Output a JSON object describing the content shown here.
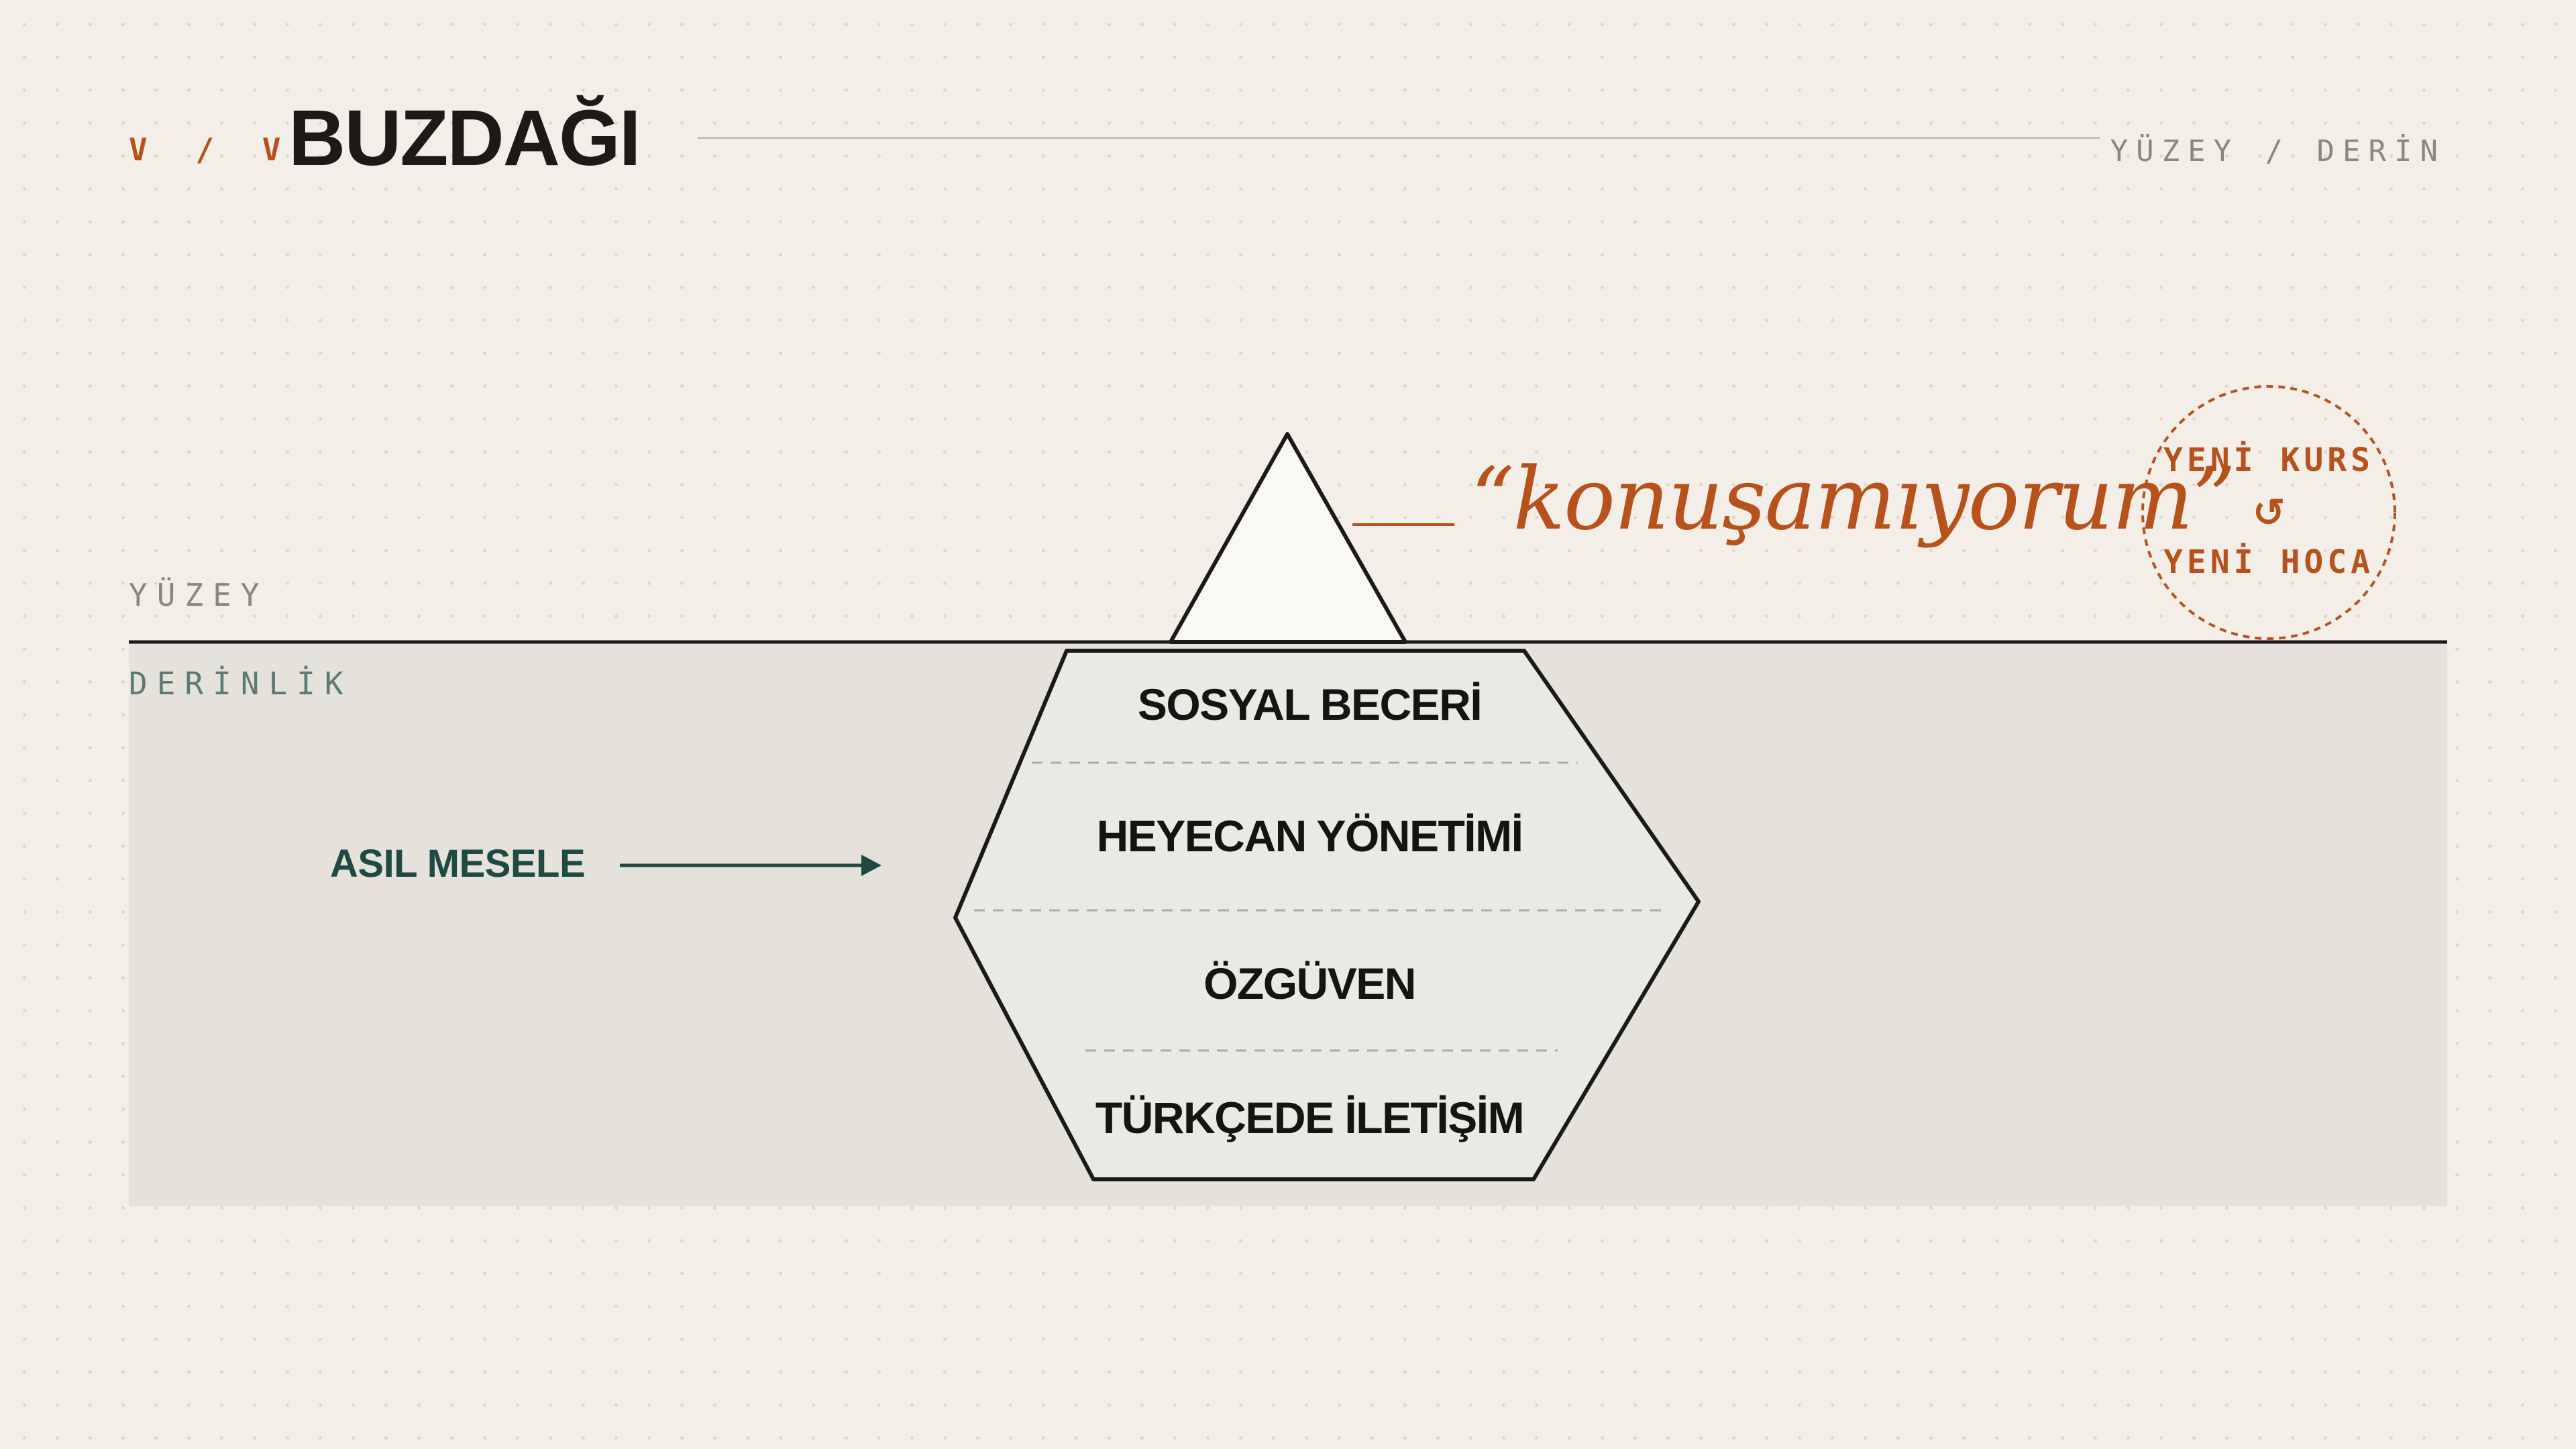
{
  "header": {
    "marker": "V / V",
    "title": "BUZDAĞI",
    "tag": "YÜZEY / DERİN"
  },
  "zones": {
    "surface_label": "YÜZEY",
    "depth_label": "DERİNLİK"
  },
  "quote": "“konuşamıyorum”",
  "stamp": {
    "line1": "YENİ KURS",
    "icon": "↺",
    "line2": "YENİ HOCA"
  },
  "pointer_label": "ASIL MESELE",
  "tiers": [
    "SOSYAL BECERİ",
    "HEYECAN YÖNETİMİ",
    "ÖZGÜVEN",
    "TÜRKÇEDE İLETİŞİM"
  ],
  "colors": {
    "accent": "#b8521c",
    "deep_teal": "#1f4a44",
    "background": "#f3efe8",
    "water": "#e4e2da",
    "ice_submerged": "#e8ebe5"
  }
}
